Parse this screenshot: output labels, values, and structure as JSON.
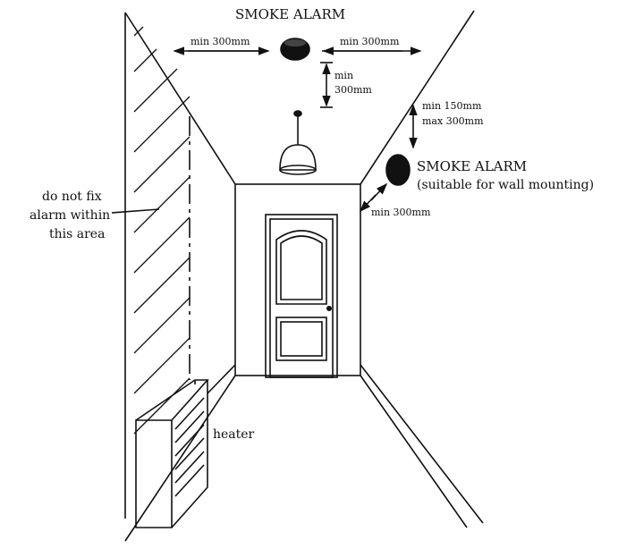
{
  "labels": {
    "ceiling_alarm": "SMOKE ALARM",
    "ceiling_left_distance": "min 300mm",
    "ceiling_right_distance": "min 300mm",
    "lamp_distance_line1": "min",
    "lamp_distance_line2": "300mm",
    "wall_from_ceiling_line1": "min 150mm",
    "wall_from_ceiling_line2": "max 300mm",
    "wall_alarm": "SMOKE ALARM",
    "wall_alarm_note": "(suitable for wall mounting)",
    "wall_corner_distance": "min 300mm",
    "no_fix_line1": "do not fix",
    "no_fix_line2": "alarm within",
    "no_fix_line3": "this area",
    "heater": "heater"
  }
}
